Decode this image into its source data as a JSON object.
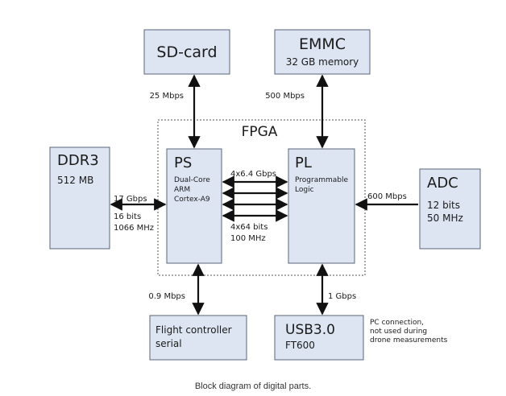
{
  "blocks": {
    "sdcard": {
      "title": "SD-card",
      "subtitle": ""
    },
    "emmc": {
      "title": "EMMC",
      "subtitle": "32 GB memory"
    },
    "ddr3": {
      "title": "DDR3",
      "subtitle": "512 MB"
    },
    "ps": {
      "title": "PS",
      "line1": "Dual-Core",
      "line2": "ARM",
      "line3": "Cortex-A9"
    },
    "pl": {
      "title": "PL",
      "line1": "Programmable",
      "line2": "Logic"
    },
    "adc": {
      "title": "ADC",
      "line1": "12 bits",
      "line2": "50 MHz"
    },
    "flight": {
      "line1": "Flight controller",
      "line2": "serial"
    },
    "usb": {
      "title": "USB3.0",
      "subtitle": "FT600"
    }
  },
  "fpga_label": "FPGA",
  "links": {
    "sdcard_ps": "25 Mbps",
    "emmc_pl": "500 Mbps",
    "ddr3_ps_rate": "17 Gbps",
    "ddr3_ps_bits": "16 bits",
    "ddr3_ps_freq": "1066 MHz",
    "ps_pl_top": "4x6.4 Gbps",
    "ps_pl_bits": "4x64 bits",
    "ps_pl_freq": "100 MHz",
    "adc_pl": "600 Mbps",
    "ps_flight": "0.9 Mbps",
    "pl_usb": "1 Gbps"
  },
  "usb_note": {
    "line1": "PC connection,",
    "line2": "not used during",
    "line3": "drone measurements"
  },
  "caption": "Block diagram of digital parts.",
  "colors": {
    "box_fill": "#dde5f2",
    "box_stroke": "#5a6478",
    "arrow": "#111111",
    "fpga_border": "#555555"
  }
}
